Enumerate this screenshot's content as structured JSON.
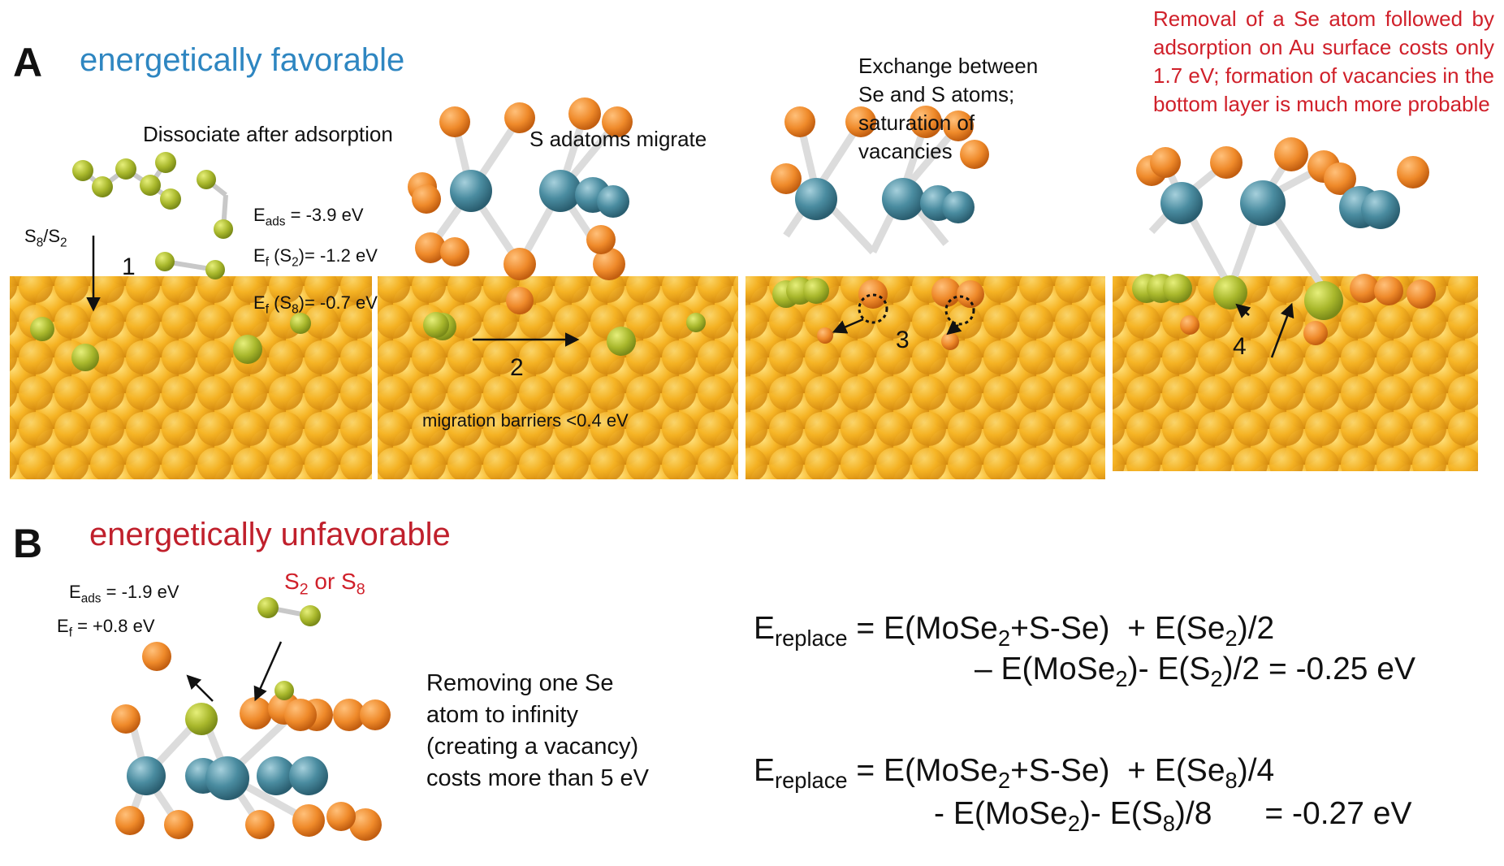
{
  "panel_a": {
    "letter": "A",
    "heading": "energetically favorable",
    "step1": {
      "caption": "Dissociate after adsorption",
      "arrow_label": "S8/S2",
      "number": "1",
      "energies": [
        "Eads = -3.9 eV",
        "Ef (S2)= -1.2 eV",
        "Ef (S8)= -0.7 eV"
      ]
    },
    "step2": {
      "caption": "S adatoms migrate",
      "number": "2",
      "note": "migration barriers <0.4 eV"
    },
    "step3": {
      "caption": "Exchange between Se and S atoms; saturation of vacancies",
      "number": "3"
    },
    "step4": {
      "caption": "Removal of a Se atom followed by adsorption on Au surface costs only 1.7 eV; formation of vacancies in the bottom layer is much more probable",
      "number": "4"
    }
  },
  "panel_b": {
    "letter": "B",
    "heading": "energetically unfavorable",
    "molecule_label": "S2 or S8",
    "energies": [
      "Eads = -1.9 eV",
      "Ef = +0.8 eV"
    ],
    "description": "Removing one Se atom to infinity (creating a vacancy) costs more than 5 eV",
    "equation1": {
      "lhs": "Ereplace",
      "line1": "= E(MoSe2+S-Se)  + E(Se2)/2",
      "line2": "– E(MoSe2)- E(S2)/2 = -0.25 eV"
    },
    "equation2": {
      "lhs": "Ereplace",
      "line1": "= E(MoSe2+S-Se)  + E(Se8)/4",
      "line2": "- E(MoSe2)- E(S8)/8      = -0.27 eV"
    }
  },
  "colors": {
    "blue_heading": "#2e86c1",
    "red_heading": "#c0202c",
    "gold": "#f5b325",
    "sulfur": "#a8b82a",
    "selenium": "#ee8a2a",
    "molybdenum": "#4a8ca0"
  }
}
